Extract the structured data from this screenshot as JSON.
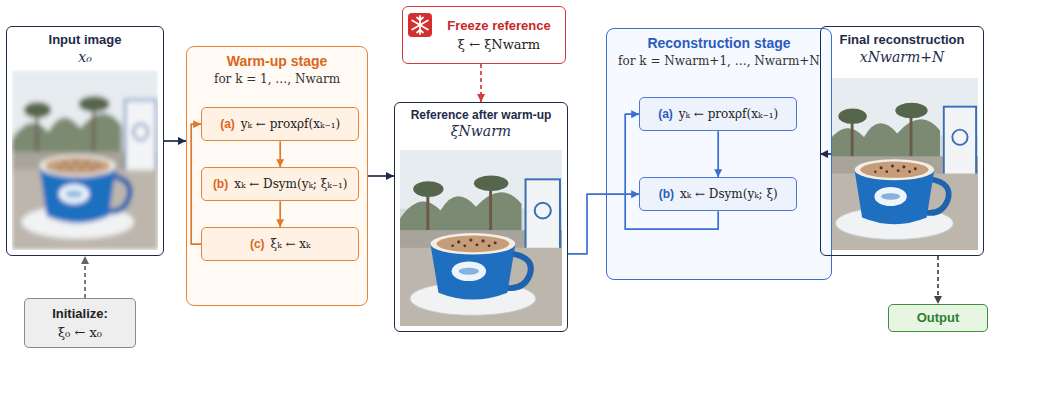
{
  "diagram": {
    "nodes": [
      {
        "text": [
          "Input image",
          "x₀"
        ]
      },
      {
        "text": [
          "Initialize:",
          "ξ₀ ← x₀"
        ]
      },
      {
        "text": [
          "Warm-up stage",
          "for k = 1, …, Nwarm"
        ]
      },
      {
        "text": [
          "(a)",
          "yₖ ← proxρf(xₖ₋₁)"
        ],
        "in": 2
      },
      {
        "text": [
          "(b)",
          "xₖ ← Dsym(yₖ; ξₖ₋₁)"
        ],
        "in": 2
      },
      {
        "text": [
          "(c)",
          "ξₖ ← xₖ"
        ],
        "in": 2
      },
      {
        "text": [
          "Freeze reference",
          "ξ ← ξNwarm"
        ]
      },
      {
        "text": [
          "Reference after warm-up",
          "ξNwarm"
        ]
      },
      {
        "text": [
          "Reconstruction stage",
          "for k = Nwarm+1, …, Nwarm+N"
        ]
      },
      {
        "text": [
          "(a)",
          "yₖ ← proxρf(xₖ₋₁)"
        ],
        "in": 8
      },
      {
        "text": [
          "(b)",
          "xₖ ← Dsym(yₖ; ξ)"
        ],
        "in": 8
      },
      {
        "text": [
          "Final reconstruction",
          "xNwarm+N"
        ]
      },
      {
        "text": [
          "Output"
        ]
      }
    ],
    "edges": [
      {
        "from": 1,
        "to": 0,
        "arrow": "to"
      },
      {
        "from": 0,
        "to": 2,
        "arrow": "to"
      },
      {
        "from": 3,
        "to": 4,
        "arrow": "to"
      },
      {
        "from": 4,
        "to": 5,
        "arrow": "to"
      },
      {
        "from": 5,
        "to": 3,
        "arrow": "to"
      },
      {
        "from": 2,
        "to": 7,
        "arrow": "to"
      },
      {
        "from": 6,
        "to": 7,
        "arrow": "to"
      },
      {
        "from": 7,
        "to": 10,
        "arrow": "to"
      },
      {
        "from": 9,
        "to": 10,
        "arrow": "to"
      },
      {
        "from": 10,
        "to": 9,
        "arrow": "to"
      },
      {
        "from": 8,
        "to": 11,
        "arrow": "to"
      },
      {
        "from": 11,
        "to": 12,
        "arrow": "to"
      }
    ]
  }
}
